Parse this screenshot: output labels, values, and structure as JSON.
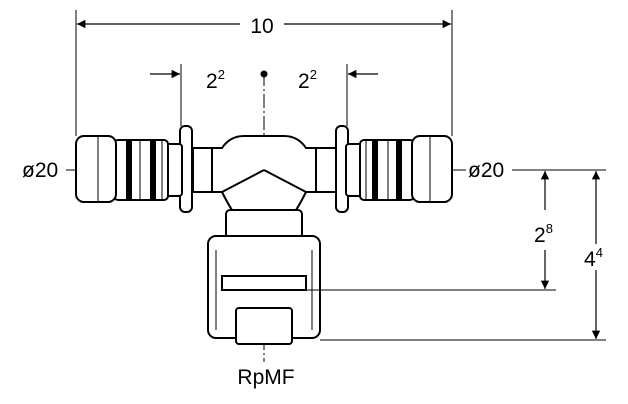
{
  "drawing": {
    "overall_width": "10",
    "half_offset_left": {
      "base": "2",
      "sup": "2"
    },
    "half_offset_right": {
      "base": "2",
      "sup": "2"
    },
    "diameter_left": "ø20",
    "diameter_right": "ø20",
    "branch_center_height": {
      "base": "2",
      "sup": "8"
    },
    "total_height": {
      "base": "4",
      "sup": "4"
    },
    "branch_thread": "RpMF"
  }
}
